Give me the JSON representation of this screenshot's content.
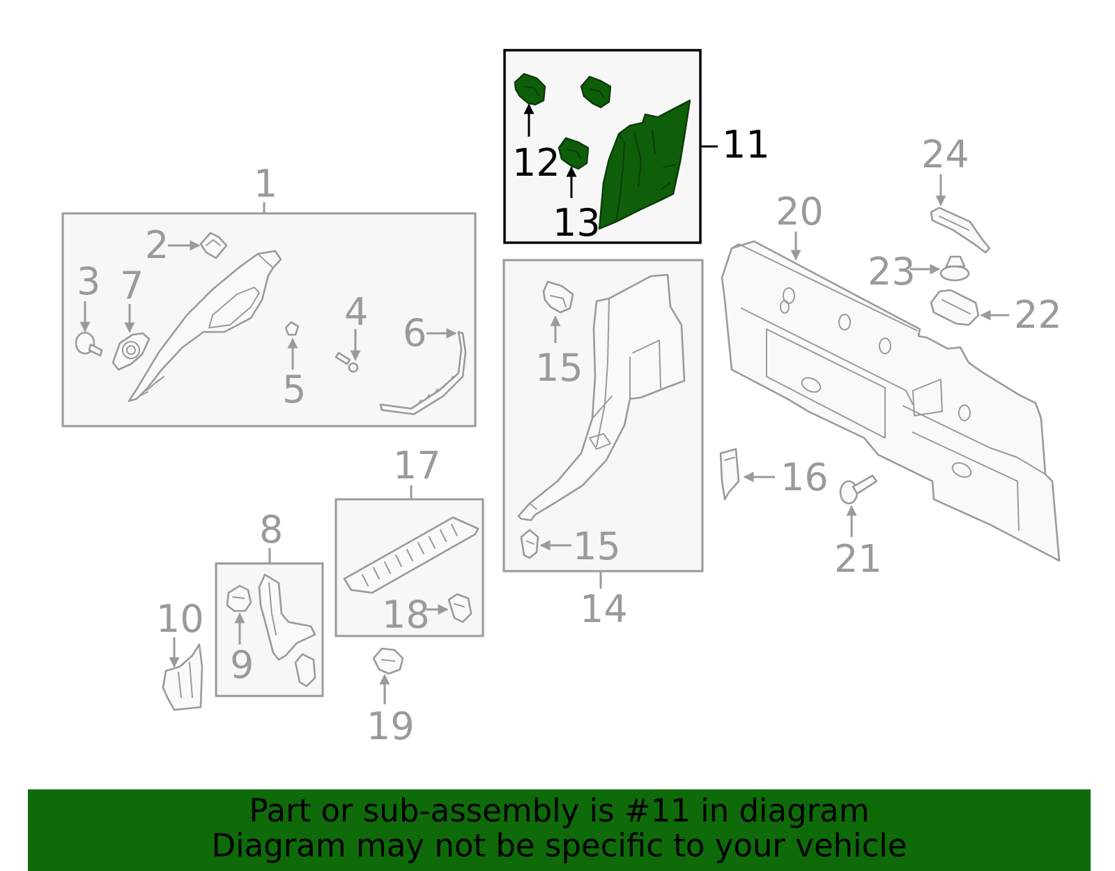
{
  "colors": {
    "highlight": "#0f5e0a",
    "banner": "#0f6a0a",
    "linework": "#9a9a9a",
    "highlight_text": "#000000"
  },
  "callouts": {
    "c1": "1",
    "c2": "2",
    "c3": "3",
    "c4": "4",
    "c5": "5",
    "c6": "6",
    "c7": "7",
    "c8": "8",
    "c9": "9",
    "c10": "10",
    "c11": "11",
    "c12": "12",
    "c13": "13",
    "c14": "14",
    "c15a": "15",
    "c15b": "15",
    "c16": "16",
    "c17": "17",
    "c18": "18",
    "c19": "19",
    "c20": "20",
    "c21": "21",
    "c22": "22",
    "c23": "23",
    "c24": "24"
  },
  "banner": {
    "line1": "Part or sub-assembly is #11 in diagram",
    "line2": "Diagram may not be specific to your vehicle"
  }
}
